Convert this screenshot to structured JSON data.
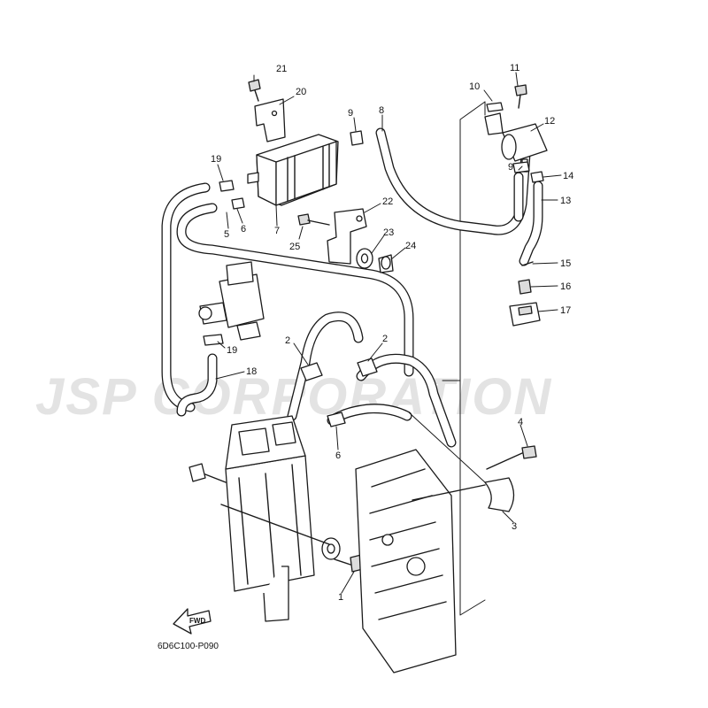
{
  "watermark": {
    "text": "JSP CORPORATION"
  },
  "diagram_code": "6D6C100-P090",
  "fwd_arrow_label": "FWD",
  "callouts": {
    "c1": "1",
    "c2a": "2",
    "c2b": "2",
    "c3": "3",
    "c4": "4",
    "c5": "5",
    "c6a": "6",
    "c6b": "6",
    "c7": "7",
    "c8": "8",
    "c9a": "9",
    "c9b": "9",
    "c10": "10",
    "c11": "11",
    "c12": "12",
    "c13": "13",
    "c14": "14",
    "c15": "15",
    "c16": "16",
    "c17": "17",
    "c18": "18",
    "c19a": "19",
    "c19b": "19",
    "c20": "20",
    "c21": "21",
    "c22": "22",
    "c23": "23",
    "c24": "24",
    "c25": "25"
  }
}
